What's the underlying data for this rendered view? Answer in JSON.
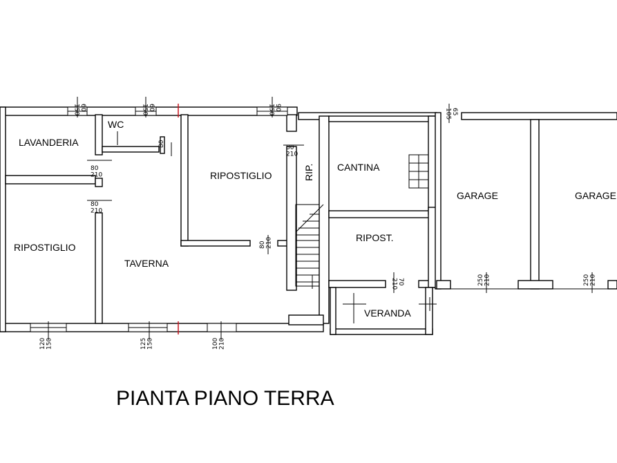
{
  "title": "PIANTA PIANO TERRA",
  "rooms": {
    "lavanderia": "LAVANDERIA",
    "wc": "WC",
    "ripostiglio_left": "RIPOSTIGLIO",
    "taverna": "TAVERNA",
    "ripostiglio_center": "RIPOSTIGLIO",
    "rip": "RIP.",
    "cantina": "CANTINA",
    "ripost": "RIPOST.",
    "veranda": "VERANDA",
    "garage_1": "GARAGE",
    "garage_2": "GARAGE"
  },
  "dimensions": {
    "win_top_1": "60\n150",
    "win_top_2": "60\n150",
    "win_top_3": "90\n150",
    "win_top_4": "65\n105",
    "door_wc": "80",
    "door_lav": "80\n210",
    "door_rip_left": "80\n210",
    "door_rip_center_top": "80\n210",
    "door_rip_center_bottom": "80\n210",
    "door_ripost": "70\n210",
    "door_garage_1": "250\n210",
    "door_garage_2": "250\n210",
    "win_bottom_1": "120\n150",
    "win_bottom_2": "125\n150",
    "win_bottom_3": "100\n210"
  }
}
